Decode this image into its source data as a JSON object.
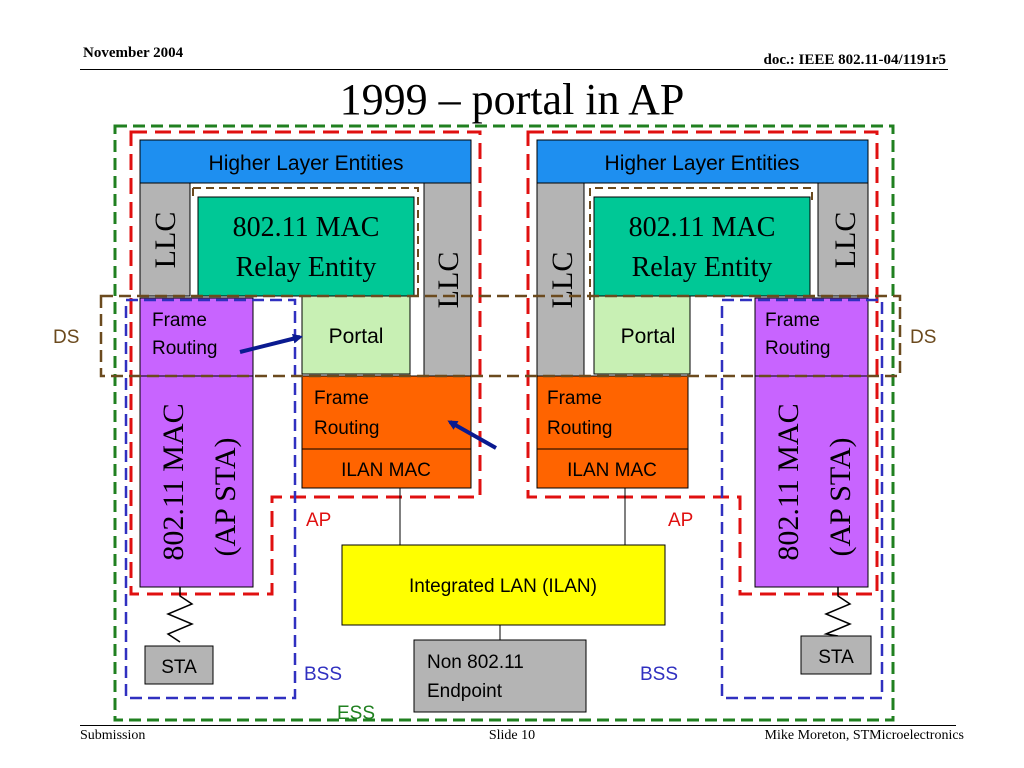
{
  "header": {
    "date": "November 2004",
    "doc": "doc.: IEEE 802.11-04/1191r5"
  },
  "title": "1999 – portal in AP",
  "footer": {
    "left": "Submission",
    "center": "Slide 10",
    "right": "Mike Moreton, STMicroelectronics"
  },
  "diagram": {
    "left_ap": {
      "higher_layer": "Higher Layer Entities",
      "llc_left": "LLC",
      "llc_right": "LLC",
      "mac_relay_line1": "802.11 MAC",
      "mac_relay_line2": "Relay Entity",
      "frame_routing_top_line1": "Frame",
      "frame_routing_top_line2": "Routing",
      "portal": "Portal",
      "frame_routing_bottom_line1": "Frame",
      "frame_routing_bottom_line2": "Routing",
      "ilan_mac": "ILAN MAC",
      "mac_ap_sta_line1": "802.11 MAC",
      "mac_ap_sta_line2": "(AP STA)",
      "ap_label": "AP",
      "ds_label": "DS",
      "bss_label": "BSS",
      "sta": "STA"
    },
    "right_ap": {
      "higher_layer": "Higher Layer Entities",
      "llc_left": "LLC",
      "llc_right": "LLC",
      "mac_relay_line1": "802.11 MAC",
      "mac_relay_line2": "Relay Entity",
      "portal": "Portal",
      "frame_routing_bottom_line1": "Frame",
      "frame_routing_bottom_line2": "Routing",
      "ilan_mac": "ILAN MAC",
      "frame_routing_top_line1": "Frame",
      "frame_routing_top_line2": "Routing",
      "mac_ap_sta_line1": "802.11 MAC",
      "mac_ap_sta_line2": "(AP STA)",
      "ap_label": "AP",
      "ds_label": "DS",
      "bss_label": "BSS",
      "sta": "STA"
    },
    "integrated_lan": "Integrated LAN (ILAN)",
    "endpoint_line1": "Non 802.11",
    "endpoint_line2": "Endpoint",
    "ess_label": "ESS",
    "colors": {
      "blue_box": "#1e8ff0",
      "gray_box": "#b4b4b4",
      "green_box": "#00c896",
      "light_green": "#c8f0b4",
      "orange_box": "#ff6400",
      "purple_box": "#c864ff",
      "yellow_box": "#ffff00",
      "ap_red": "#e01010",
      "ess_green": "#208020",
      "bss_blue": "#3030c0",
      "ds_brown": "#6b4a1e",
      "arrow_navy": "#0a1a90"
    }
  }
}
